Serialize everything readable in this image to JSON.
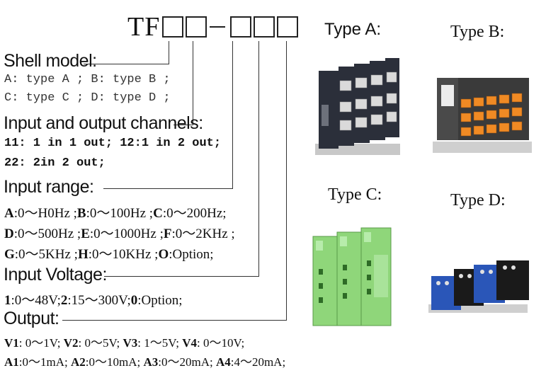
{
  "code": {
    "prefix": "TF",
    "separator": "-"
  },
  "sections": {
    "shell": {
      "heading": "Shell model:",
      "lines": [
        "A: type A ; B: type B ;",
        "C: type C ; D: type D ;"
      ]
    },
    "channels": {
      "heading": "Input and output channels:",
      "lines": [
        "11: 1 in 1 out; 12:1 in 2 out;",
        "22: 2in 2 out;"
      ]
    },
    "range": {
      "heading": "Input range:",
      "lines": [
        [
          {
            "k": "A",
            "v": ":0～H0Hz ;"
          },
          {
            "k": "B",
            "v": ":0～100Hz ;"
          },
          {
            "k": "C",
            "v": ":0～200Hz;"
          }
        ],
        [
          {
            "k": "D",
            "v": ":0～500Hz ;"
          },
          {
            "k": "E",
            "v": ":0～1000Hz ;"
          },
          {
            "k": "F",
            "v": ":0～2KHz ;"
          }
        ],
        [
          {
            "k": "G",
            "v": ":0～5KHz ;"
          },
          {
            "k": "H",
            "v": ":0～10KHz ;"
          },
          {
            "k": "O",
            "v": ":Option;"
          }
        ]
      ]
    },
    "voltage": {
      "heading": "Input Voltage:",
      "line": [
        {
          "k": "1",
          "v": ":0～48V;"
        },
        {
          "k": "2",
          "v": ":15～300V;"
        },
        {
          "k": "0",
          "v": ":Option;"
        }
      ]
    },
    "output": {
      "heading": "Output:",
      "lines": [
        [
          {
            "k": "V1",
            "v": ": 0～1V;"
          },
          {
            "k": "V2",
            "v": ": 0～5V;"
          },
          {
            "k": "V3",
            "v": ": 1～5V;"
          },
          {
            "k": "V4",
            "v": ": 0～10V;"
          }
        ],
        [
          {
            "k": "A1",
            "v": ":0～1mA;"
          },
          {
            "k": "A2",
            "v": ":0～10mA;"
          },
          {
            "k": "A3",
            "v": ":0～20mA;"
          },
          {
            "k": "A4",
            "v": ":4～20mA;"
          }
        ]
      ]
    }
  },
  "types": {
    "a": "Type A:",
    "b": "Type B:",
    "c": "Type C:",
    "d": "Type D:"
  },
  "colors": {
    "type_b_terminal": "#f08a24",
    "type_c_body": "#8fd67a",
    "type_d_body": "#2a56b8"
  }
}
